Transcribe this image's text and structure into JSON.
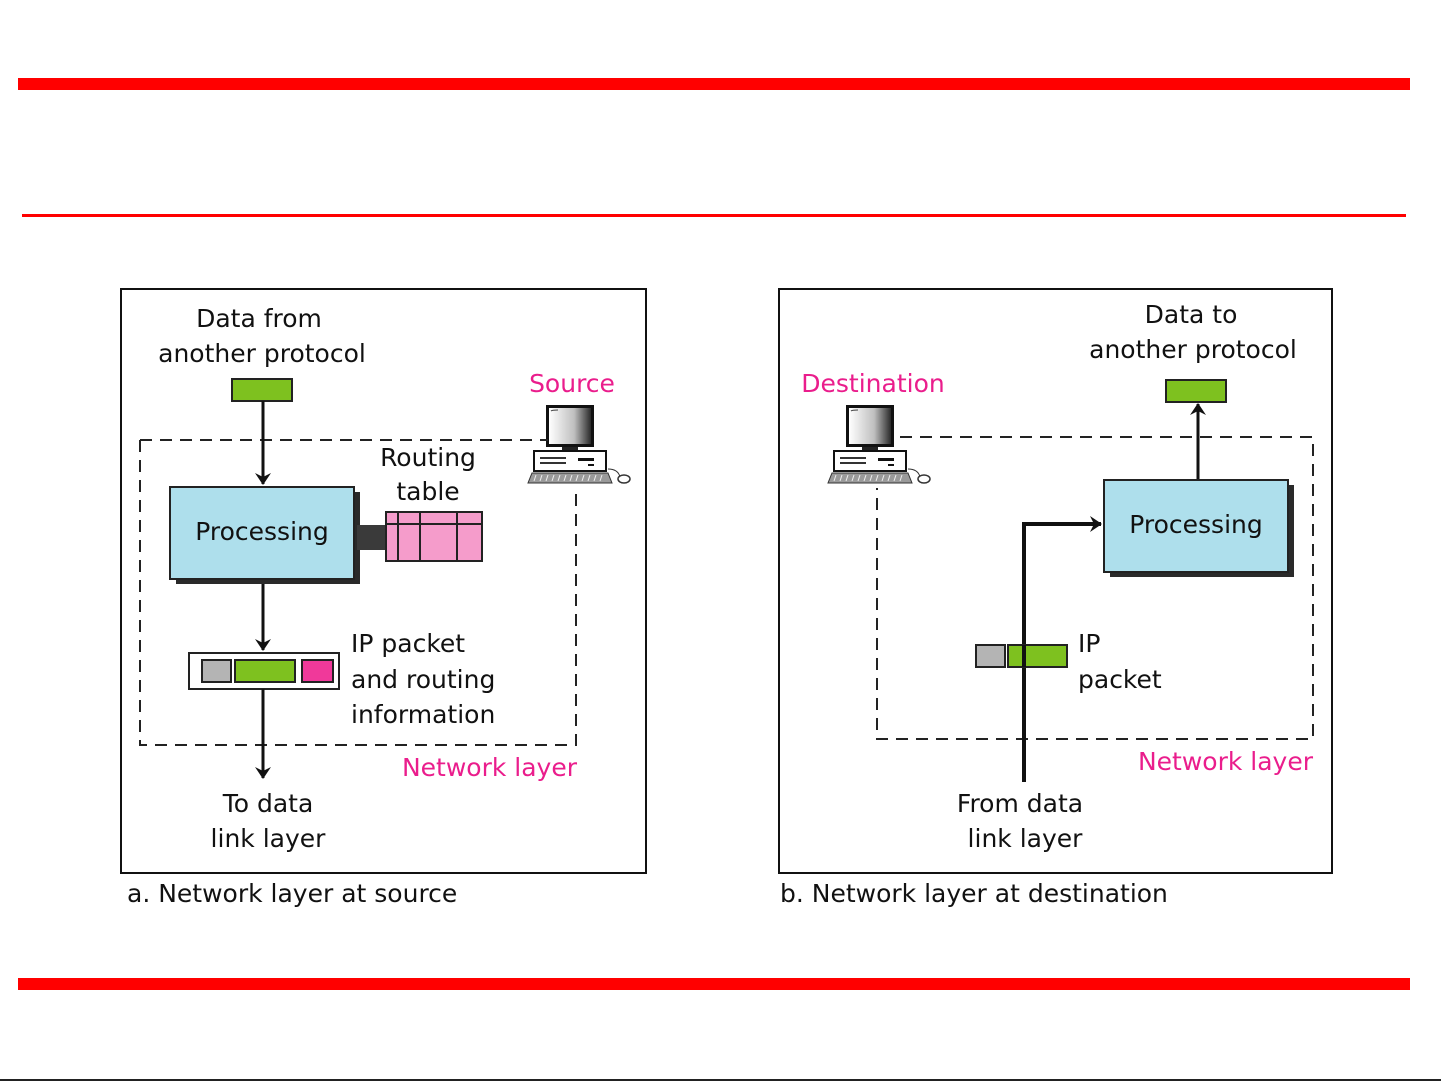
{
  "slide": {
    "accent_color": "#ff0000"
  },
  "panel_a": {
    "caption": "a. Network layer at source",
    "input_label_line1": "Data from",
    "input_label_line2": "another protocol",
    "host_label": "Source",
    "processing_label": "Processing",
    "routing_table_line1": "Routing",
    "routing_table_line2": "table",
    "packet_label_line1": "IP packet",
    "packet_label_line2": "and routing",
    "packet_label_line3": "information",
    "layer_label": "Network layer",
    "output_label_line1": "To data",
    "output_label_line2": "link layer"
  },
  "panel_b": {
    "caption": "b. Network layer at destination",
    "output_label_line1": "Data to",
    "output_label_line2": "another protocol",
    "host_label": "Destination",
    "processing_label": "Processing",
    "packet_label_line1": "IP",
    "packet_label_line2": "packet",
    "layer_label": "Network layer",
    "input_label_line1": "From data",
    "input_label_line2": "link layer"
  },
  "colors": {
    "data_block": "#7ec11f",
    "header_block": "#b4b4b4",
    "routing_info_block": "#f0399a",
    "processing_box": "#aedfec",
    "routing_table": "#f59ccb",
    "label_accent": "#ea1d8c"
  }
}
